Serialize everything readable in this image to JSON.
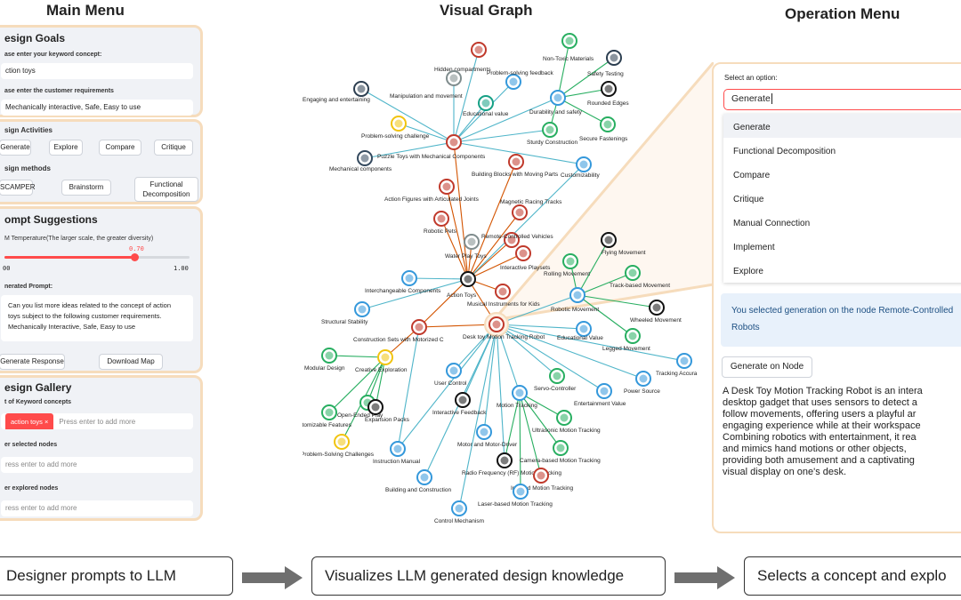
{
  "titles": {
    "main": "Main Menu",
    "graph": "Visual Graph",
    "operation": "Operation Menu"
  },
  "design_goals": {
    "heading": "esign Goals",
    "keyword_label": "ase enter your keyword concept:",
    "keyword_value": "ction toys",
    "req_label": "ase enter the customer requirements",
    "req_value": "Mechanically interactive, Safe, Easy to use"
  },
  "design_activities": {
    "heading": "sign Activities",
    "buttons": [
      "Generate",
      "Explore",
      "Compare",
      "Critique"
    ],
    "methods_label": "sign methods",
    "methods": [
      "SCAMPER",
      "Brainstorm",
      "Functional",
      "Decomposition"
    ]
  },
  "prompt": {
    "heading": "ompt Suggestions",
    "temp_label": "M Temperature(The larger scale, the greater diversity)",
    "temp_value": "0.70",
    "temp_fraction": 0.7,
    "min": "00",
    "max": "1.00",
    "gen_label": "nerated Prompt:",
    "gen_lines": [
      "Can you list more ideas related to the concept of action",
      "toys subject to the following customer requirements.",
      "Mechanically Interactive, Safe, Easy to use"
    ],
    "btn_generate": "Generate Response",
    "btn_download": "Download Map"
  },
  "gallery": {
    "heading": "esign Gallery",
    "kw_label": "t of Keyword concepts",
    "chip": "action toys",
    "chip_x": "×",
    "add_more": "Press enter to add more",
    "sel_label": "er selected nodes",
    "sel_ph": "ress enter to add more",
    "exp_label": "er explored nodes",
    "exp_ph": "ress enter to add more"
  },
  "operation": {
    "select_label": "Select an option:",
    "select_value": "Generate",
    "options": [
      "Generate",
      "Functional Decomposition",
      "Compare",
      "Critique",
      "Manual Connection",
      "Implement",
      "Explore"
    ],
    "info_line1": "You selected generation on the node Remote-Controlled",
    "info_line2": "Robots",
    "gen_node_btn": "Generate on Node",
    "desc_lines": [
      "A Desk Toy Motion Tracking Robot is an intera",
      "desktop gadget that uses sensors to detect a",
      "follow movements, offering users a playful ar",
      "engaging experience while at their workspace",
      "Combining robotics with entertainment, it rea",
      "and mimics hand motions or other objects,",
      "providing both amusement and a captivating",
      "visual display on one's desk."
    ]
  },
  "bottom": {
    "box1": "Designer prompts to LLM",
    "box2": "Visualizes LLM generated design knowledge",
    "box3": "Selects a concept and explo"
  },
  "graph": {
    "nodes": [
      {
        "id": "hidden",
        "label": "Hidden compartments",
        "color": "#c0392b"
      },
      {
        "id": "nontoxic",
        "label": "Non-Toxic Materials",
        "color": "#27ae60"
      },
      {
        "id": "safety",
        "label": "Safety Testing",
        "color": "#2c3e50"
      },
      {
        "id": "manip",
        "label": "Manipulation and movement",
        "color": "#7f8c8d"
      },
      {
        "id": "probfb",
        "label": "Problem-solving feedback",
        "color": "#3498db"
      },
      {
        "id": "engage",
        "label": "Engaging and entertaining",
        "color": "#2c3e50"
      },
      {
        "id": "edu",
        "label": "Educational value",
        "color": "#16a085"
      },
      {
        "id": "durab",
        "label": "Durability and safety",
        "color": "#3498db"
      },
      {
        "id": "rounded",
        "label": "Rounded Edges",
        "color": "#111111"
      },
      {
        "id": "probch",
        "label": "Problem-solving challenge",
        "color": "#f1c40f"
      },
      {
        "id": "secure",
        "label": "Secure Fastenings",
        "color": "#27ae60"
      },
      {
        "id": "sturdy",
        "label": "Sturdy Construction",
        "color": "#27ae60"
      },
      {
        "id": "mech",
        "label": "Mechanical components",
        "color": "#34495e"
      },
      {
        "id": "puzzle",
        "label": "Puzzle Toys with Mechanical Components",
        "color": "#c0392b"
      },
      {
        "id": "custom",
        "label": "Customizability",
        "color": "#3498db"
      },
      {
        "id": "blocks",
        "label": "Building Blocks with Moving Parts",
        "color": "#c0392b"
      },
      {
        "id": "figures",
        "label": "Action Figures with Articulated Joints",
        "color": "#c0392b"
      },
      {
        "id": "magnetic",
        "label": "Magnetic Racing Tracks",
        "color": "#c0392b"
      },
      {
        "id": "robopets",
        "label": "Robotic Pets",
        "color": "#c0392b"
      },
      {
        "id": "rcv",
        "label": "Remote-Controlled Vehicles",
        "color": "#c0392b"
      },
      {
        "id": "water",
        "label": "Water Play Toys",
        "color": "#7f8c8d"
      },
      {
        "id": "playsets",
        "label": "Interactive Playsets",
        "color": "#c0392b"
      },
      {
        "id": "flying",
        "label": "Flying Movement",
        "color": "#111111"
      },
      {
        "id": "rolling",
        "label": "Rolling Movement",
        "color": "#27ae60"
      },
      {
        "id": "track",
        "label": "Track-based Movement",
        "color": "#27ae60"
      },
      {
        "id": "interchange",
        "label": "Interchangeable Components",
        "color": "#3498db"
      },
      {
        "id": "action",
        "label": "Action Toys",
        "color": "#111111"
      },
      {
        "id": "musical",
        "label": "Musical Instruments for Kids",
        "color": "#c0392b"
      },
      {
        "id": "robomove",
        "label": "Robotic Movement",
        "color": "#3498db"
      },
      {
        "id": "wheeled",
        "label": "Wheeled Movement",
        "color": "#111111"
      },
      {
        "id": "structural",
        "label": "Structural Stability",
        "color": "#3498db"
      },
      {
        "id": "construct",
        "label": "Construction Sets with Motorized C",
        "color": "#c0392b"
      },
      {
        "id": "deskbot",
        "label": "Desk toy Motion Tracking Robot",
        "color": "#c0392b"
      },
      {
        "id": "eduval",
        "label": "Educational Value",
        "color": "#3498db"
      },
      {
        "id": "legged",
        "label": "Legged Movement",
        "color": "#27ae60"
      },
      {
        "id": "trackacc",
        "label": "Tracking Accura",
        "color": "#3498db"
      },
      {
        "id": "modular",
        "label": "Modular Design",
        "color": "#27ae60"
      },
      {
        "id": "creative",
        "label": "Creative Exploration",
        "color": "#f1c40f"
      },
      {
        "id": "userctl",
        "label": "User Control",
        "color": "#3498db"
      },
      {
        "id": "servo",
        "label": "Servo-Controller",
        "color": "#27ae60"
      },
      {
        "id": "power",
        "label": "Power Source",
        "color": "#3498db"
      },
      {
        "id": "ent",
        "label": "Entertainment Value",
        "color": "#3498db"
      },
      {
        "id": "custfeat",
        "label": "Customizable Features",
        "color": "#27ae60"
      },
      {
        "id": "openended",
        "label": "Open-Ended Play",
        "color": "#27ae60"
      },
      {
        "id": "intfb",
        "label": "Interactive Feedback",
        "color": "#111111"
      },
      {
        "id": "motiontr",
        "label": "Motion Tracking",
        "color": "#3498db"
      },
      {
        "id": "expansion",
        "label": "Expansion Packs",
        "color": "#111111"
      },
      {
        "id": "ultra",
        "label": "Ultrasonic Motion Tracking",
        "color": "#27ae60"
      },
      {
        "id": "motor",
        "label": "Motor and Motor-Driver",
        "color": "#3498db"
      },
      {
        "id": "probsolv",
        "label": "Problem-Solving Challenges",
        "color": "#f1c40f"
      },
      {
        "id": "camera",
        "label": "Camera-based Motion Tracking",
        "color": "#27ae60"
      },
      {
        "id": "instr",
        "label": "Instruction Manual",
        "color": "#3498db"
      },
      {
        "id": "rfmotion",
        "label": "Radio Frequency (RF) Motion Tracking",
        "color": "#111111"
      },
      {
        "id": "building",
        "label": "Building and Construction",
        "color": "#3498db"
      },
      {
        "id": "infrared",
        "label": "Infrared Motion Tracking",
        "color": "#c0392b"
      },
      {
        "id": "laser",
        "label": "Laser-based Motion Tracking",
        "color": "#3498db"
      },
      {
        "id": "ctrlmech",
        "label": "Control Mechanism",
        "color": "#3498db"
      }
    ]
  }
}
